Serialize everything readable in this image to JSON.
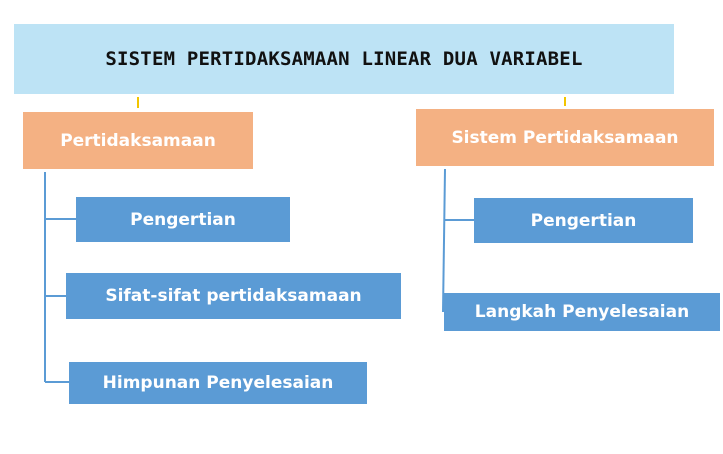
{
  "title": "SISTEM PERTIDAKSAMAAN LINEAR DUA VARIABEL",
  "colors": {
    "title_fill": "#bde3f5",
    "branch_fill": "#f4b183",
    "leaf_fill": "#5b9bd5",
    "connector": "#5b9bd5",
    "stub": "#f2c500"
  },
  "branches": [
    {
      "label": "Pertidaksamaan",
      "children": [
        "Pengertian",
        "Sifat-sifat pertidaksamaan",
        "Himpunan Penyelesaian"
      ]
    },
    {
      "label": "Sistem Pertidaksamaan",
      "children": [
        "Pengertian",
        "Langkah Penyelesaian"
      ]
    }
  ]
}
